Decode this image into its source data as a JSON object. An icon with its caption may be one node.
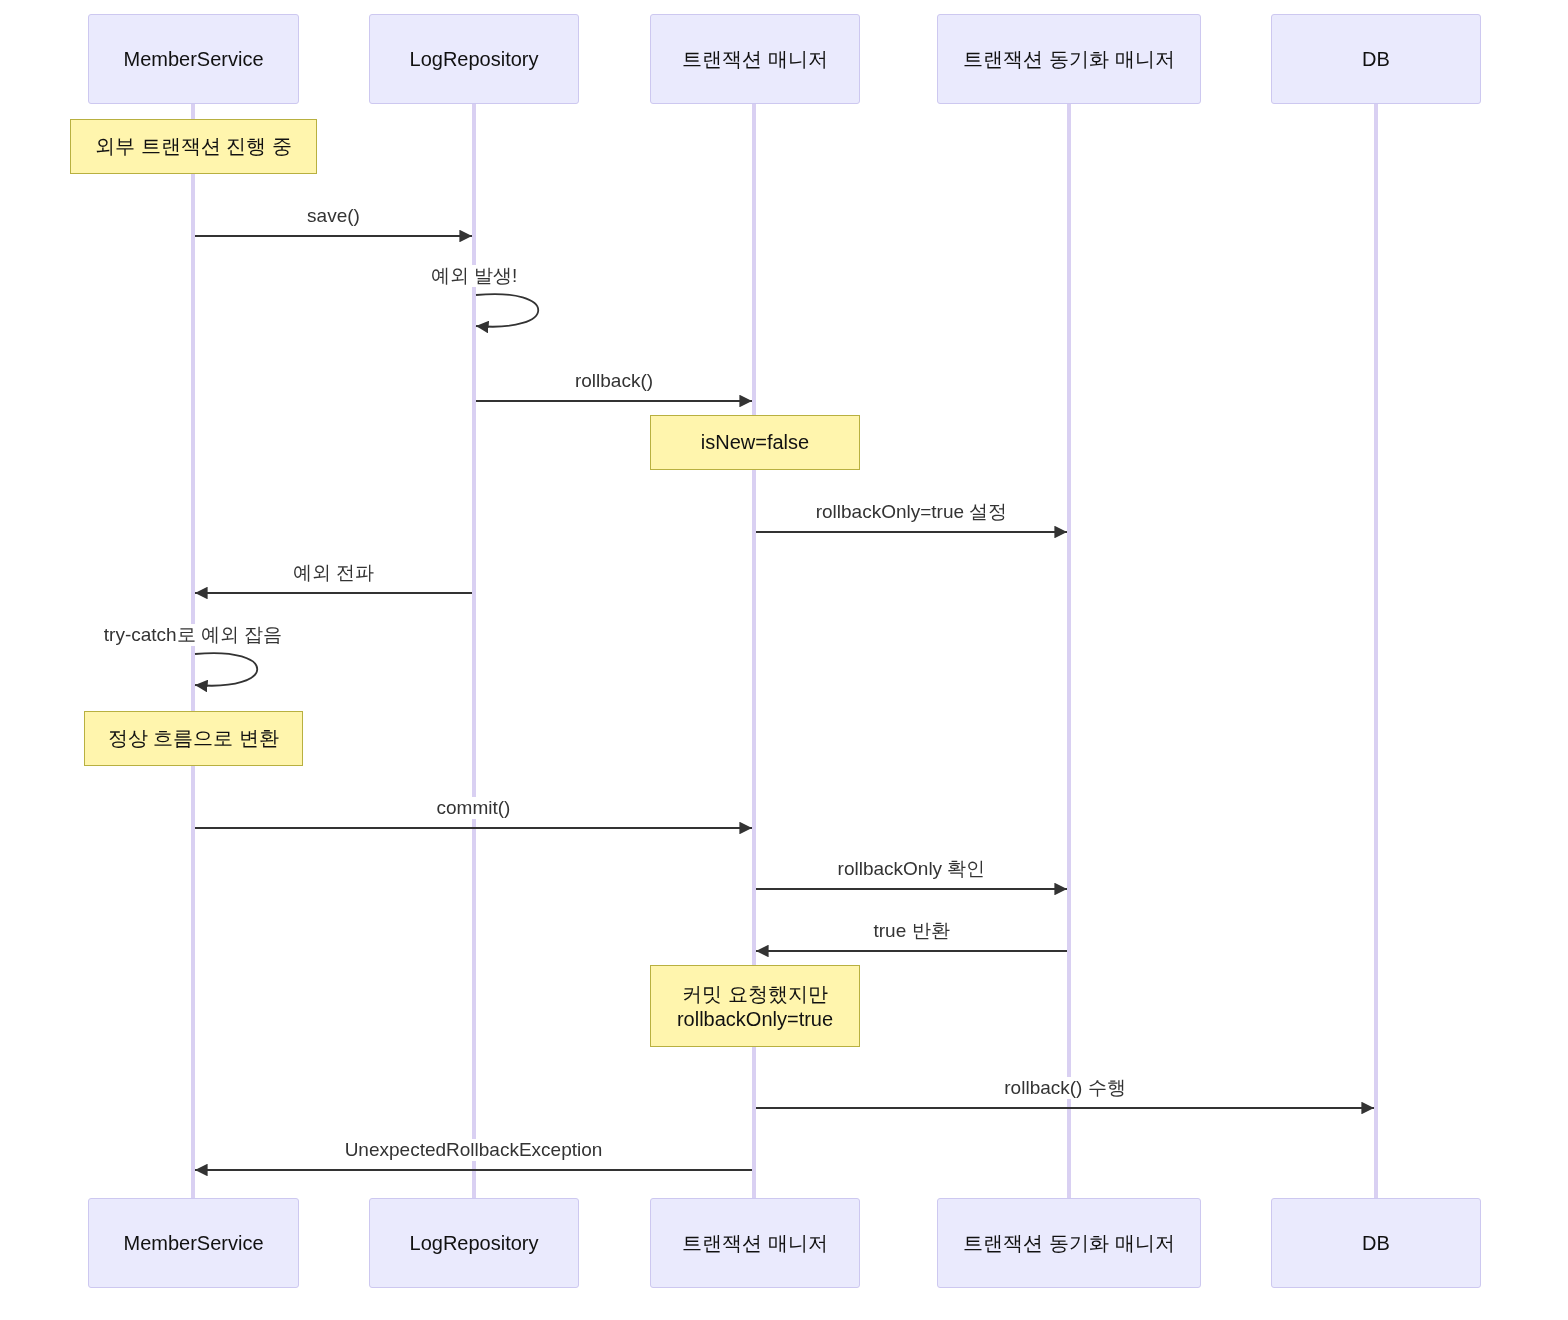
{
  "diagram": {
    "nodes": [
      {
        "text": [
          "MemberService"
        ]
      },
      {
        "text": [
          "LogRepository"
        ]
      },
      {
        "text": [
          "트랜잭션 매니저"
        ]
      },
      {
        "text": [
          "트랜잭션 동기화 매니저"
        ]
      },
      {
        "text": [
          "DB"
        ]
      },
      {
        "text": [
          "MemberService"
        ]
      },
      {
        "text": [
          "LogRepository"
        ]
      },
      {
        "text": [
          "트랜잭션 매니저"
        ]
      },
      {
        "text": [
          "트랜잭션 동기화 매니저"
        ]
      },
      {
        "text": [
          "DB"
        ]
      },
      {
        "text": [
          "외부 트랜잭션 진행 중"
        ]
      },
      {
        "text": [
          "isNew=false"
        ]
      },
      {
        "text": [
          "정상 흐름으로 변환"
        ]
      },
      {
        "text": [
          "커밋 요청했지만 rollbackOnly=true"
        ]
      },
      {
        "text": [],
        "shape": "bar"
      },
      {
        "text": [],
        "shape": "bar"
      },
      {
        "text": [],
        "shape": "bar"
      },
      {
        "text": [],
        "shape": "bar"
      },
      {
        "text": [],
        "shape": "bar"
      },
      {
        "text": [],
        "shape": "bar"
      },
      {
        "text": [],
        "shape": "bar"
      },
      {
        "text": [],
        "shape": "bar"
      },
      {
        "text": [],
        "shape": "bar"
      }
    ],
    "edges": [
      {
        "from": 15,
        "to": 17,
        "arrow": "to",
        "label": "save()"
      },
      {
        "from": 17,
        "to": 17,
        "arrow": "to",
        "label": "예외 발생!"
      },
      {
        "from": 17,
        "to": 18,
        "arrow": "to",
        "label": "rollback()"
      },
      {
        "from": 19,
        "to": 21,
        "arrow": "to",
        "label": "rollbackOnly=true 설정"
      },
      {
        "from": 17,
        "to": 15,
        "arrow": "to",
        "label": "예외 전파"
      },
      {
        "from": 15,
        "to": 15,
        "arrow": "to",
        "label": "try-catch로 예외 잡음"
      },
      {
        "from": 16,
        "to": 19,
        "arrow": "to",
        "label": "commit()"
      },
      {
        "from": 19,
        "to": 21,
        "arrow": "to",
        "label": "rollbackOnly 확인"
      },
      {
        "from": 21,
        "to": 19,
        "arrow": "to",
        "label": "true 반환"
      },
      {
        "from": 20,
        "to": 22,
        "arrow": "to",
        "label": "rollback() 수행"
      },
      {
        "from": 20,
        "to": 16,
        "arrow": "to",
        "label": "UnexpectedRollbackException"
      }
    ]
  }
}
